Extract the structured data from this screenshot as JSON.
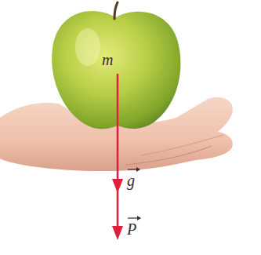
{
  "diagram": {
    "labels": [
      "m",
      "g",
      "P"
    ]
  }
}
